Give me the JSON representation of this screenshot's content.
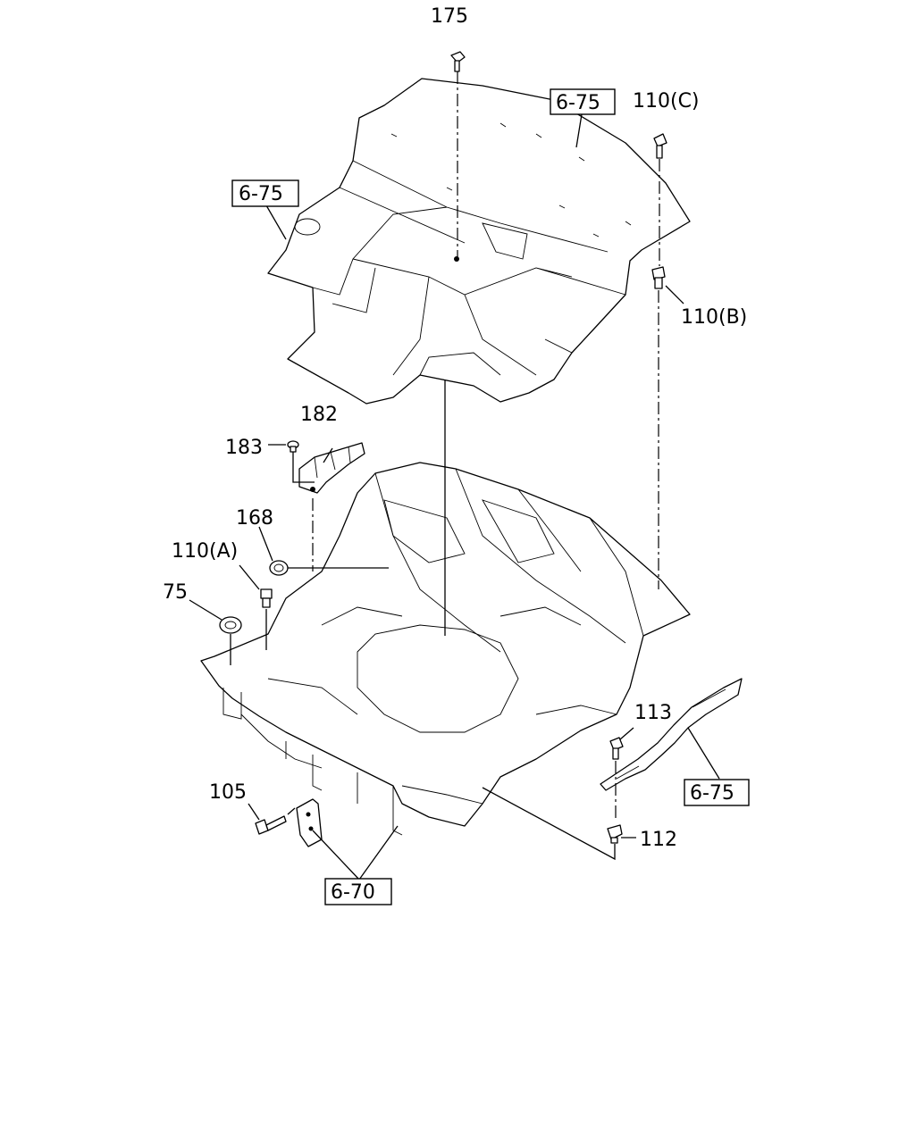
{
  "part_labels": {
    "p175": "175",
    "p110c": "110(C)",
    "p110b": "110(B)",
    "p182": "182",
    "p183": "183",
    "p168": "168",
    "p110a": "110(A)",
    "p75": "75",
    "p113": "113",
    "p105": "105",
    "p112": "112"
  },
  "references": {
    "ref_top_right": "6-75",
    "ref_top_left": "6-75",
    "ref_step": "6-75",
    "ref_bottom": "6-70"
  }
}
